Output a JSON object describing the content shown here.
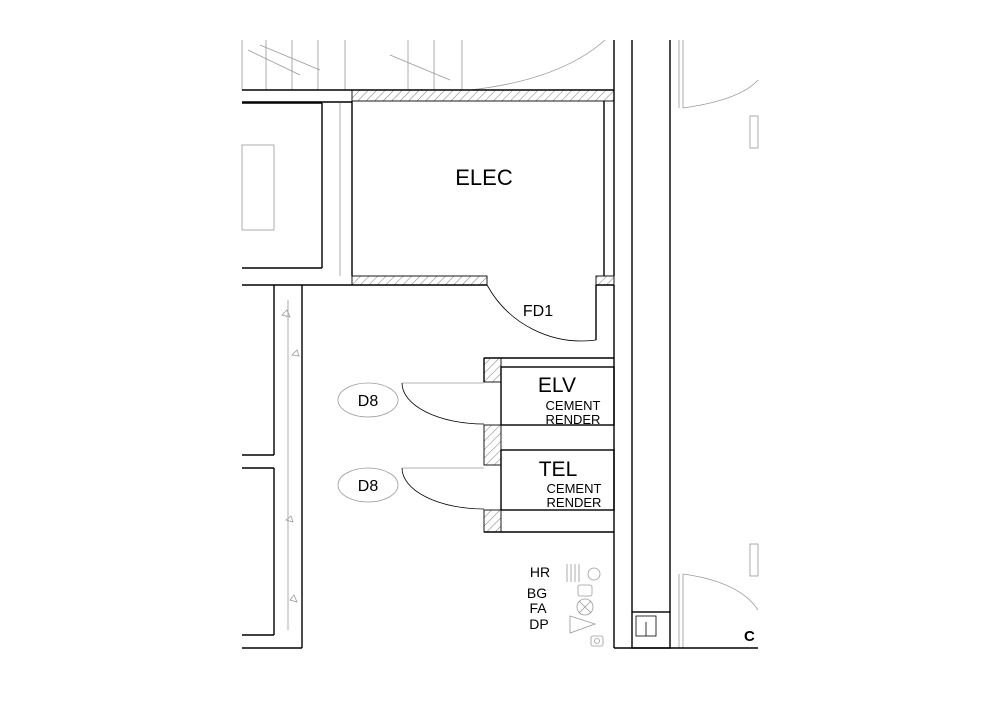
{
  "rooms": {
    "elec": "ELEC",
    "elv": "ELV",
    "elv_finish_line1": "CEMENT",
    "elv_finish_line2": "RENDER",
    "tel": "TEL",
    "tel_finish_line1": "CEMENT",
    "tel_finish_line2": "RENDER"
  },
  "doors": {
    "fire_door": "FD1",
    "door_tag_1": "D8",
    "door_tag_2": "D8"
  },
  "legend": {
    "hr": "HR",
    "bg": "BG",
    "fa": "FA",
    "dp": "DP"
  },
  "edge_label": "C"
}
